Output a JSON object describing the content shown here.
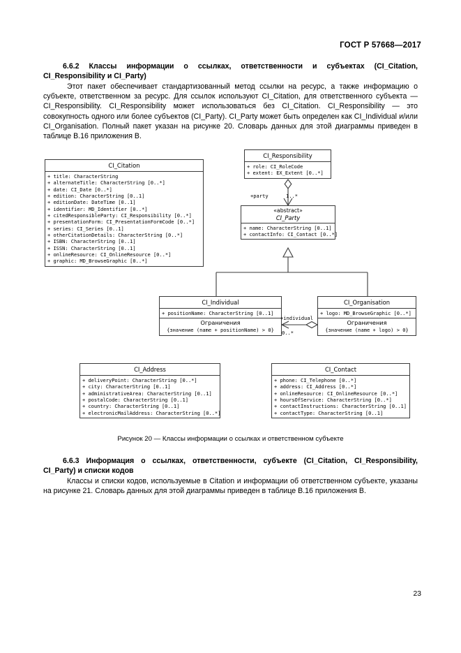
{
  "header": {
    "standard": "ГОСТ Р 57668—2017"
  },
  "page_number": "23",
  "sections": [
    {
      "id": "6.6.2",
      "heading": "6.6.2 Классы информации о ссылках, ответственности и субъектах (CI_Citation, CI_Responsibility и CI_Party)",
      "body": "Этот пакет обеспечивает стандартизованный метод ссылки на ресурс, а также информацию о субъекте, ответственном за ресурс. Для ссылок используют CI_Citation, для ответственного субъекта — CI_Responsibility. CI_Responsibility может использоваться без CI_Citation. CI_Responsibility — это совокупность одного или более субъектов (CI_Party). CI_Party может быть определен как CI_Individual и/или CI_Organisation. Полный пакет указан на рисунке 20. Словарь данных для этой диаграммы приведен в таблице В.16 приложения В."
    },
    {
      "id": "6.6.3",
      "heading": "6.6.3 Информация о ссылках, ответственности, субъекте (CI_Citation, CI_Responsibility, CI_Party) и списки кодов",
      "body": "Классы и списки кодов, используемые в Citation и информации об ответственном субъекте, указаны на рисунке 21. Словарь данных для этой диаграммы приведен в таблице В.16 приложения В."
    }
  ],
  "figure": {
    "caption": "Рисунок 20 — Классы информации о ссылках и ответственном субъекте",
    "classes": {
      "citation": {
        "name": "CI_Citation",
        "attributes": [
          "+ title: CharacterString",
          "+ alternateTitle: CharacterString [0..*]",
          "+ date: CI_Date [0..*]",
          "+ edition: CharacterString [0..1]",
          "+ editionDate: DateTime [0..1]",
          "+ identifier: MD_Identifier [0..*]",
          "+ citedResponsibleParty: CI_Responsibility [0..*]",
          "+ presentationForm: CI_PresentationFormCode [0..*]",
          "+ series: CI_Series [0..1]",
          "+ otherCitationDetails: CharacterString [0..*]",
          "+ ISBN: CharacterString [0..1]",
          "+ ISSN: CharacterString [0..1]",
          "+ onlineResource: CI_OnlineResource [0..*]",
          "+ graphic: MD_BrowseGraphic [0..*]"
        ]
      },
      "responsibility": {
        "name": "CI_Responsibility",
        "attributes": [
          "+ role: CI_RoleCode",
          "+ extent: EX_Extent [0..*]"
        ]
      },
      "party": {
        "stereotype": "«abstract»",
        "name": "CI_Party",
        "attributes": [
          "+ name: CharacterString [0..1]",
          "+ contactInfo: CI_Contact [0..*]"
        ]
      },
      "individual": {
        "name": "CI_Individual",
        "attributes": [
          "+ positionName: CharacterString [0..1]"
        ],
        "constraint_header": "Ограничения",
        "constraint_body": "{значение (name + positionName) > 0}"
      },
      "organisation": {
        "name": "CI_Organisation",
        "attributes": [
          "+ logo: MD_BrowseGraphic [0..*]"
        ],
        "constraint_header": "Ограничения",
        "constraint_body": "{значение (name + logo) > 0}"
      },
      "address": {
        "name": "CI_Address",
        "attributes": [
          "+ deliveryPoint: CharacterString [0..*]",
          "+ city: CharacterString [0..1]",
          "+ administrativeArea: CharacterString [0..1]",
          "+ postalCode: CharacterString [0..1]",
          "+ country: CharacterString [0..1]",
          "+ electronicMailAddress: CharacterString [0..*]"
        ]
      },
      "contact": {
        "name": "CI_Contact",
        "attributes": [
          "+ phone: CI_Telephone [0..*]",
          "+ address: CI_Address [0..*]",
          "+ onlineResource: CI_OnlineResource [0..*]",
          "+ hoursOfService: CharacterString [0..*]",
          "+ contactInstructions: CharacterString [0..1]",
          "+ contactType: CharacterString [0..1]"
        ]
      }
    },
    "edges": {
      "party_role": "+party",
      "party_multiplicity": "1..*",
      "individual_role": "+individual",
      "individual_multiplicity": "0..*"
    }
  }
}
